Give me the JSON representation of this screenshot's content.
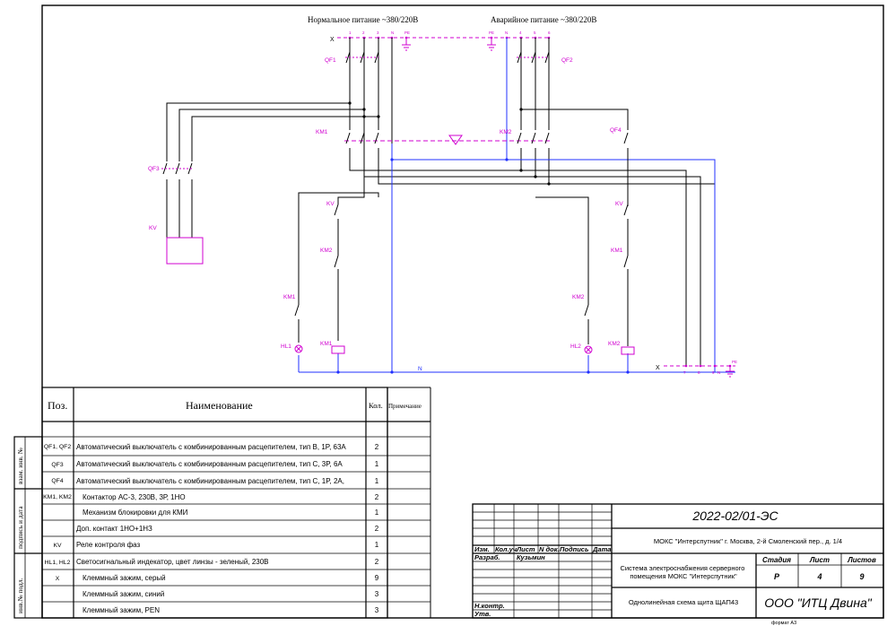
{
  "supply": {
    "normal_label": "Нормальное питание ~380/220В",
    "emergency_label": "Аварийное питание ~380/220В",
    "terminal_normal": [
      "1",
      "2",
      "3",
      "N",
      "PE"
    ],
    "terminal_emergency": [
      "PE",
      "N",
      "4",
      "5",
      "6"
    ],
    "terminal_out": [
      "7",
      "8",
      "9",
      "N",
      "PE"
    ],
    "x_label": "X"
  },
  "devices": {
    "qf1": "QF1",
    "qf2": "QF2",
    "qf3": "QF3",
    "qf4": "QF4",
    "km1": "KM1",
    "km2": "KM2",
    "kv": "KV",
    "hl1": "HL1",
    "hl2": "HL2",
    "n_bus": "N"
  },
  "spec_table": {
    "headers": {
      "pos": "Поз.",
      "name": "Наименование",
      "qty": "Кол.",
      "note": "Примечание"
    },
    "rows": [
      {
        "pos": "QF1, QF2",
        "name": "Автоматический выключатель с комбинированным расцепителем, тип B, 1P, 63A",
        "qty": "2"
      },
      {
        "pos": "QF3",
        "name": "Автоматический выключатель с комбинированным расцепителем, тип С, 3P, 6A",
        "qty": "1"
      },
      {
        "pos": "QF4",
        "name": "Автоматический выключатель с комбинированным расцепителем, тип С, 1P, 2A,",
        "qty": "1"
      },
      {
        "pos": "KM1, KM2",
        "name": "Контактор  АС-3, 230В, 3Р, 1НО",
        "qty": "2"
      },
      {
        "pos": "",
        "name": "Механизм блокировки для КМИ",
        "qty": "1"
      },
      {
        "pos": "",
        "name": "Доп. контакт 1НО+1НЗ",
        "qty": "2"
      },
      {
        "pos": "KV",
        "name": "Реле контроля фаз",
        "qty": "1"
      },
      {
        "pos": "HL1, HL2",
        "name": "Светосигнальный индекатор, цвет линзы - зеленый, 230В",
        "qty": "2"
      },
      {
        "pos": "X",
        "name": "Клеммный зажим, серый",
        "qty": "9"
      },
      {
        "pos": "",
        "name": "Клеммный зажим, синий",
        "qty": "3"
      },
      {
        "pos": "",
        "name": "Клеммный зажим, PEN",
        "qty": "3"
      }
    ]
  },
  "side_stamp": {
    "inv_zam": "взам. инв. №",
    "podpis": "подпись и дата",
    "inv_podl": "инв.№ подл."
  },
  "title_block": {
    "doc_code": "2022-02/01-ЭС",
    "address": "МОКС \"Интерспутник\" г. Москва, 2-й Смоленский пер., д. 1/4",
    "col_izm": "Изм.",
    "col_koluch": "Кол.уч",
    "col_list": "Лист",
    "col_ndok": "N док.",
    "col_podpis": "Подпись",
    "col_data": "Дата",
    "razrab": "Разраб.",
    "razrab_name": "Кузьмин",
    "n_kontr": "Н.контр.",
    "utv": "Утв.",
    "system_title": "Система электроснабжения серверного помещения МОКС \"Интерспутник\"",
    "stage_label": "Стадия",
    "sheet_label": "Лист",
    "sheets_label": "Листов",
    "stage": "Р",
    "sheet": "4",
    "sheets": "9",
    "drawing_title": "Однолинейная схема щита ЩАП43",
    "company": "ООО \"ИТЦ Двина\"",
    "format": "формат А3"
  }
}
